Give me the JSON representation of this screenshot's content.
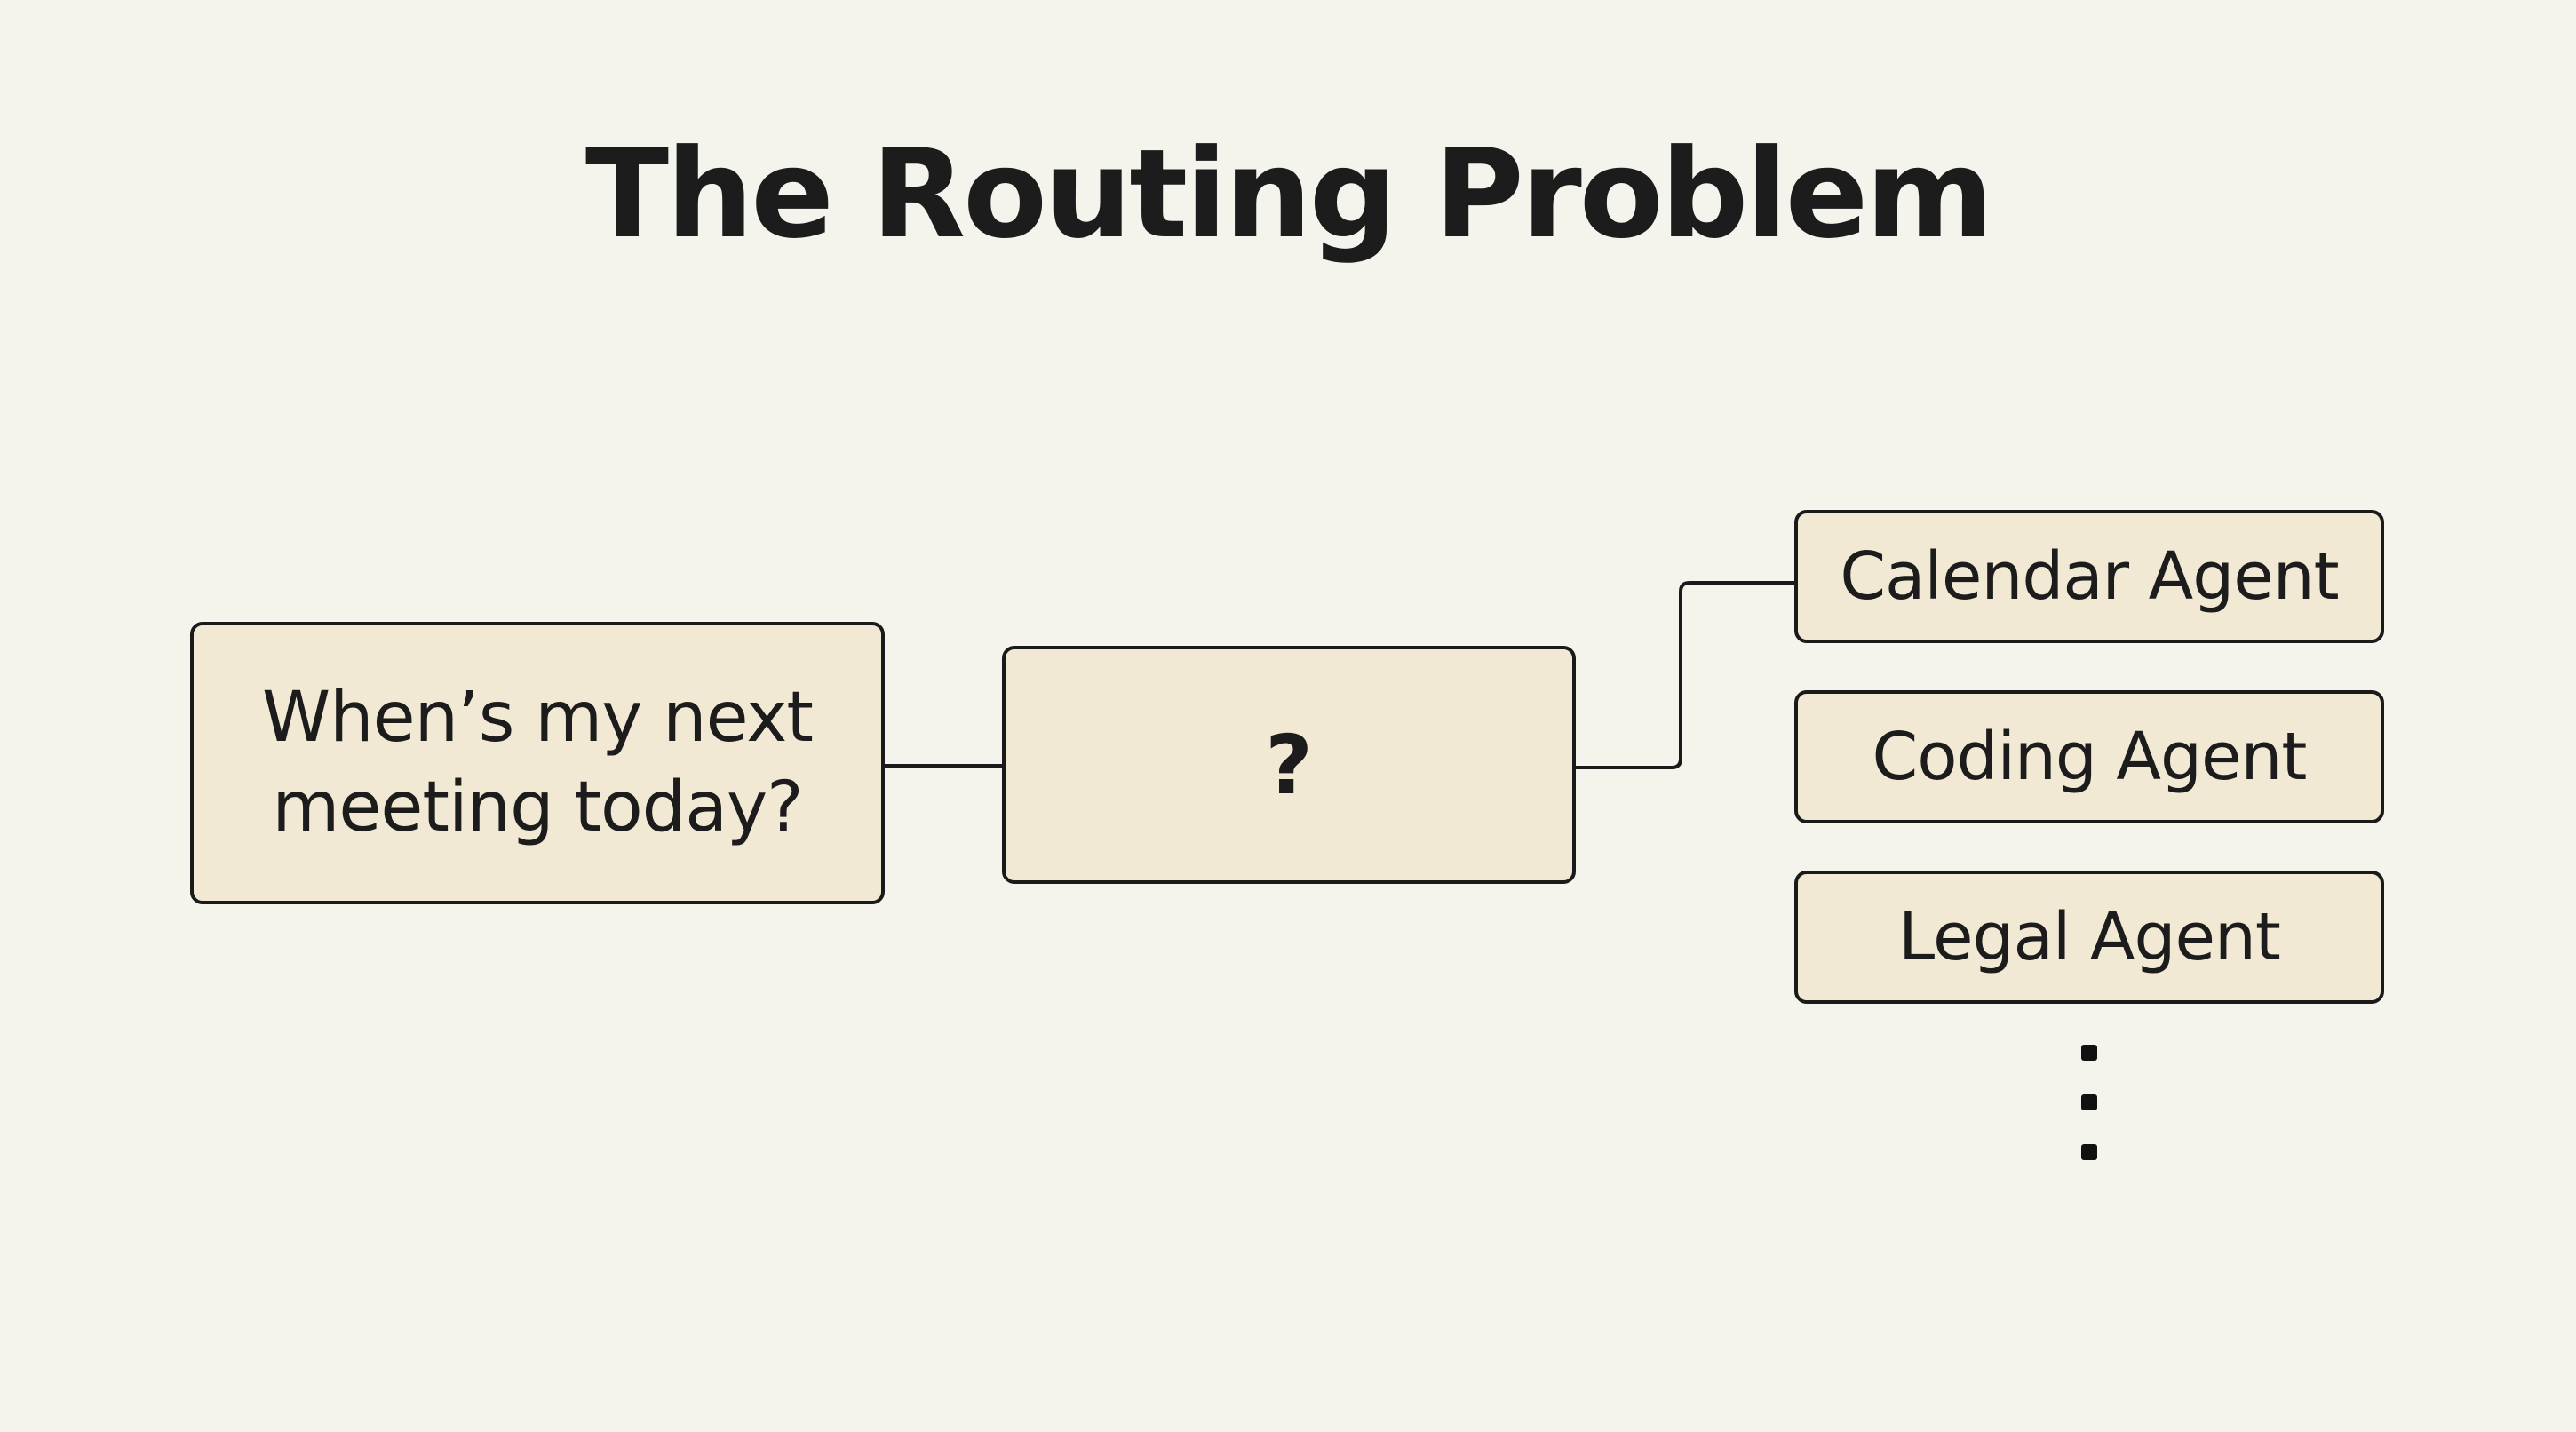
{
  "title": "The Routing Problem",
  "query": {
    "text": "When’s my next\nmeeting today?"
  },
  "router": {
    "label": "?"
  },
  "agents": [
    {
      "label": "Calendar Agent"
    },
    {
      "label": "Coding Agent"
    },
    {
      "label": "Legal Agent"
    }
  ],
  "more_indicator": "vertical-ellipsis",
  "colors": {
    "background": "#f4f3ec",
    "box_fill": "#f1e9d4",
    "stroke": "#1a1a1a",
    "text": "#1c1c1c"
  }
}
